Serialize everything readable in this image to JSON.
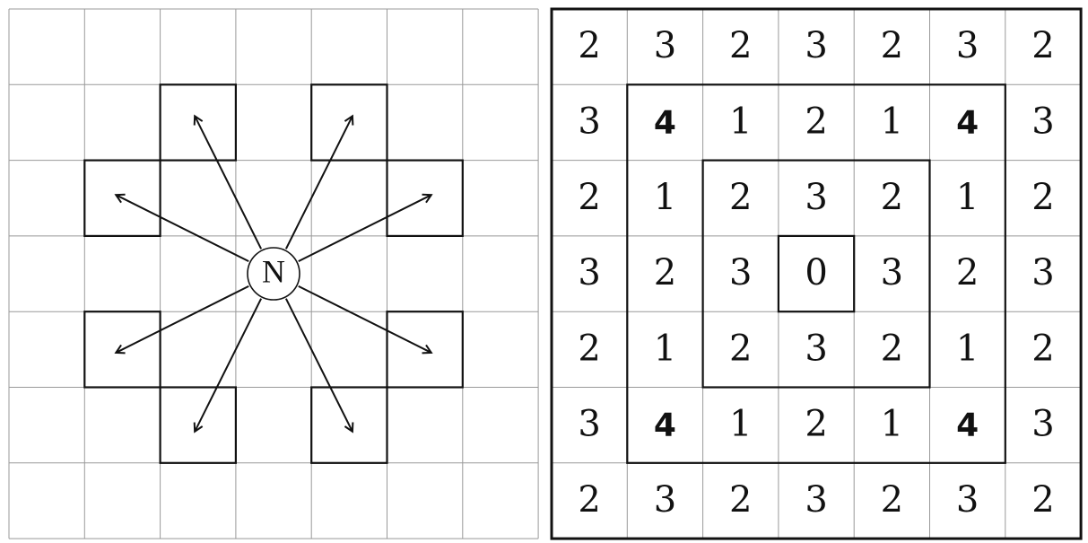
{
  "left_panel": {
    "center_label": "N"
  },
  "right_panel": {
    "grid": [
      [
        "2",
        "3",
        "2",
        "3",
        "2",
        "3",
        "2"
      ],
      [
        "3",
        "4",
        "1",
        "2",
        "1",
        "4",
        "3"
      ],
      [
        "2",
        "1",
        "2",
        "3",
        "2",
        "1",
        "2"
      ],
      [
        "3",
        "2",
        "3",
        "0",
        "3",
        "2",
        "3"
      ],
      [
        "2",
        "1",
        "2",
        "3",
        "2",
        "1",
        "2"
      ],
      [
        "3",
        "4",
        "1",
        "2",
        "1",
        "4",
        "3"
      ],
      [
        "2",
        "3",
        "2",
        "3",
        "2",
        "3",
        "2"
      ]
    ],
    "bold_values": [
      "4"
    ]
  }
}
